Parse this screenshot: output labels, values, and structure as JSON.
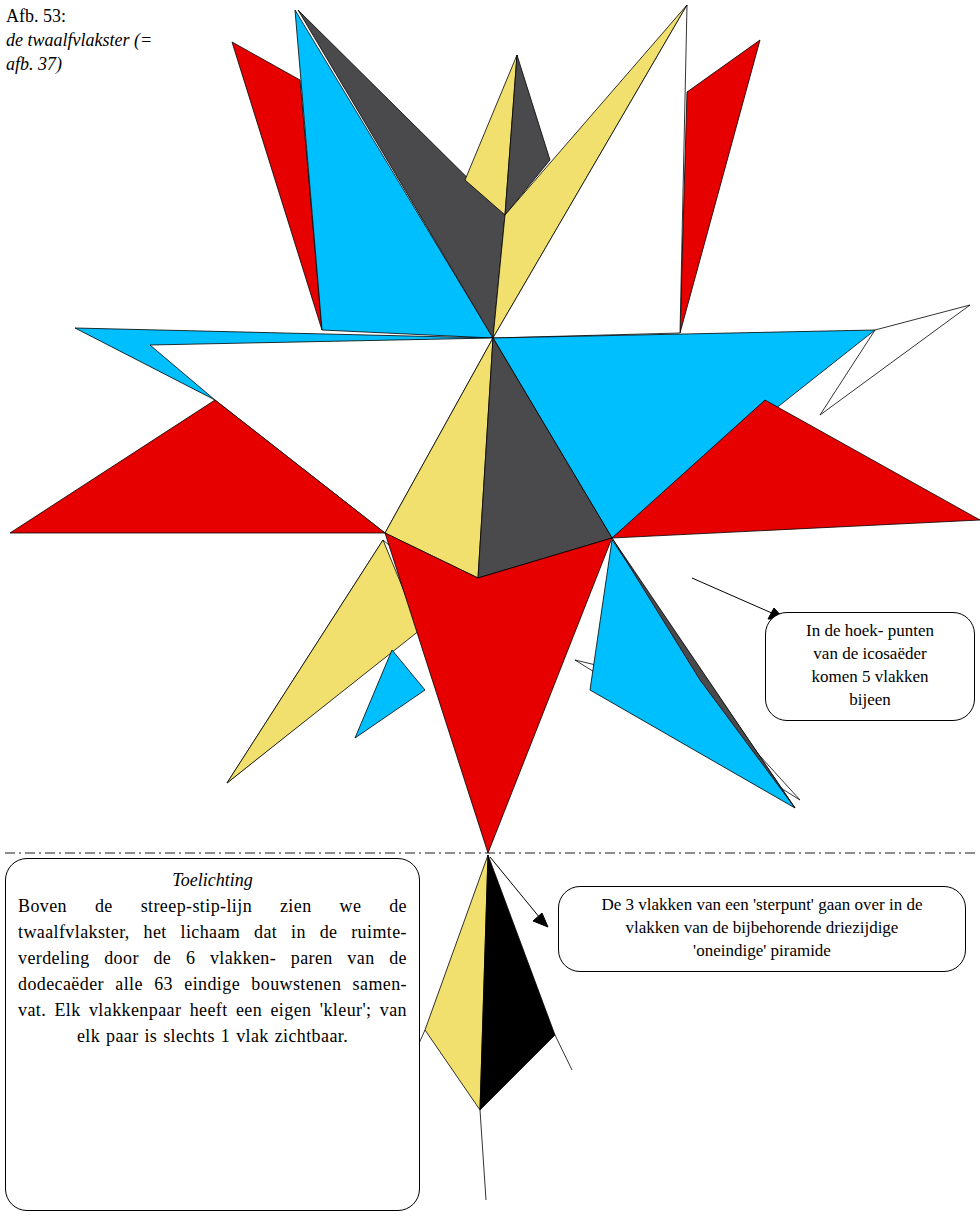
{
  "diagram": {
    "title": "Afb. 53:",
    "nodes": [
      {
        "text": [
          "In de hoek- punten van de icosaëder komen 5 vlakken bijeen"
        ]
      },
      {
        "text": [
          "De 3 vlakken van een 'sterpunt' gaan over in de vlakken van de bijbehorende driezijdige 'oneindige' piramide"
        ]
      },
      {
        "text": [
          "Toelichting",
          "Boven de streep-stip-lijn zien we de twaalfvlakster, het lichaam dat in de ruimte- verdeling door de 6 vlakken- paren van de dodecaëder alle 63 eindige bouwstenen samen- vat. Elk vlakkenpaar heeft een eigen 'kleur'; van elk paar is slechts 1 vlak zichtbaar."
        ]
      }
    ],
    "labels": [
      "de twaalfvlakster (= afb. 37)"
    ]
  }
}
